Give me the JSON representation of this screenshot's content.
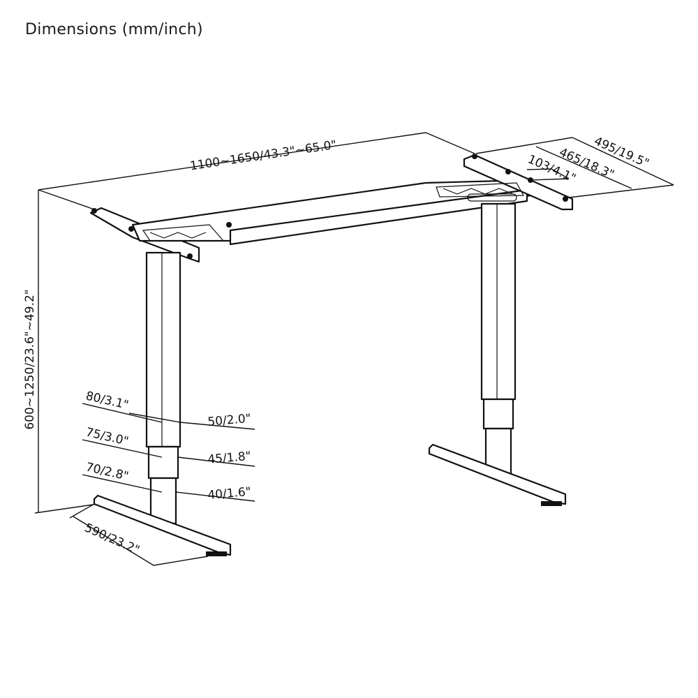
{
  "title": "Dimensions (mm/inch)",
  "dimensions": {
    "width": "1100~1650/43.3\"~65.0\"",
    "height": "600~1250/23.6\"~49.2\"",
    "depth_outer": "495/19.5\"",
    "depth_inner": "465/18.3\"",
    "bracket": "103/4.1\"",
    "foot_length": "590/23.2\"",
    "leg_upper": "80/3.1\"",
    "leg_upper_inner": "50/2.0\"",
    "leg_middle": "75/3.0\"",
    "leg_middle_inner": "45/1.8\"",
    "leg_lower": "70/2.8\"",
    "leg_lower_inner": "40/1.6\""
  }
}
